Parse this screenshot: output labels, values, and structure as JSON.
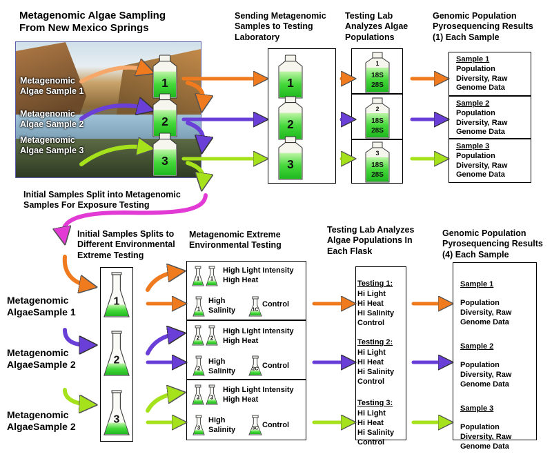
{
  "headings": {
    "sampling": "Metagenomic Algae Sampling\nFrom New Mexico Springs",
    "sending": "Sending Metagenomic\nSamples to Testing\nLaboratory",
    "testing_lab": "Testing Lab\nAnalyzes Algae\nPopulations",
    "results_top": "Genomic Population\nPyrosequencing Results\n(1) Each Sample",
    "split": "Initial Samples Split into  Metagenomic\nSamples For Exposure Testing",
    "splits_env": "Initial Samples Splits  to\nDifferent Environmental\nExtreme Testing",
    "extreme": "Metagenomic Extreme\nEnvironmental Testing",
    "testing_flask": "Testing Lab Analyzes\nAlgae Populations In\nEach Flask",
    "results_bottom": "Genomic Population\nPyrosequencing Results\n(4) Each Sample"
  },
  "photo_labels": [
    "Metagenomic\nAlgae Sample 1",
    "Metagenomic\nAlgae Sample 2",
    "Metagenomic\nAlgae Sample 3"
  ],
  "bottles": [
    "1",
    "2",
    "3"
  ],
  "lab_bottles": [
    {
      "num": "1",
      "a": "18S",
      "b": "28S"
    },
    {
      "num": "2",
      "a": "18S",
      "b": "28S"
    },
    {
      "num": "3",
      "a": "18S",
      "b": "28S"
    }
  ],
  "results": [
    {
      "title": "Sample 1",
      "body": "Population\nDiversity, Raw\nGenome Data"
    },
    {
      "title": "Sample 2",
      "body": "Population\nDiversity, Raw\nGenome Data"
    },
    {
      "title": "Sample 3",
      "body": "Population\nDiversity, Raw\nGenome Data"
    }
  ],
  "row_labels": [
    "Metagenomic\nAlgaeSample 1",
    "Metagenomic\nAlgaeSample 2",
    "Metagenomic\nAlgaeSample 2"
  ],
  "flasks": [
    "1",
    "2",
    "3"
  ],
  "env_rows": [
    {
      "a": "1",
      "b": "1",
      "c": "1",
      "d": "1C",
      "hl": "High Light Intensity",
      "hh": "High Heat",
      "hs": "High\nSalinity",
      "ctl": "Control"
    },
    {
      "a": "2",
      "b": "2",
      "c": "2",
      "d": "2C",
      "hl": "High Light Intensity",
      "hh": "High Heat",
      "hs": "High\nSalinity",
      "ctl": "Control"
    },
    {
      "a": "3",
      "b": "3",
      "c": "3",
      "d": "3C",
      "hl": "High Light Intensity",
      "hh": "High Heat",
      "hs": "High\nSalinity",
      "ctl": "Control"
    }
  ],
  "tests": [
    {
      "title": "Testing 1:",
      "items": "Hi Light\nHi Heat\nHi Salinity\nControl"
    },
    {
      "title": "Testing 2:",
      "items": "Hi Light\nHi Heat\nHi Salinity\nControl"
    },
    {
      "title": "Testing 3:",
      "items": "Hi Light\nHi Heat\nHi Salinity\nControl"
    }
  ],
  "results_bottom": [
    {
      "title": "Sample 1",
      "body": "Population\nDiversity, Raw\nGenome Data"
    },
    {
      "title": "Sample 2",
      "body": "Population\nDiversity, Raw\nGenome Data"
    },
    {
      "title": "Sample 3",
      "body": "Population\nDiversity, Raw\nGenome Data"
    }
  ],
  "colors": {
    "orange": "#f07a1e",
    "purple": "#6a3fd8",
    "lime": "#a6e21c",
    "magenta": "#e23ad4",
    "green": "#2fd42f"
  }
}
